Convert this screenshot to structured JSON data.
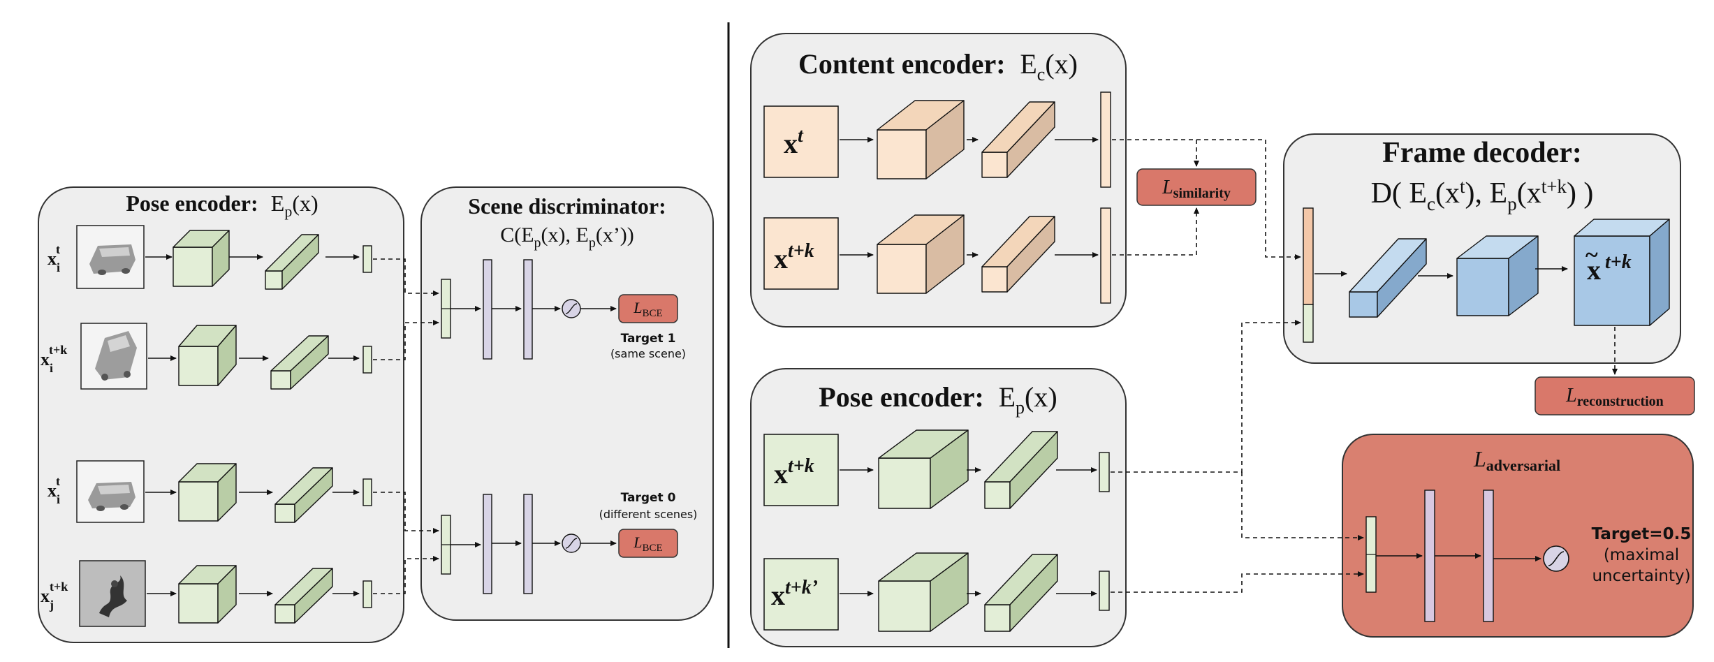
{
  "colors": {
    "panel_bg": "#eeeeee",
    "panel_border": "#333333",
    "green_light": "#e3eed7",
    "green_top": "#d2e2c3",
    "green_side": "#b9cda6",
    "orange_light": "#fbe5d0",
    "orange_top": "#f3d6ba",
    "orange_side": "#d9bca3",
    "blue_light": "#a8c8e6",
    "blue_top": "#c4dbef",
    "blue_side": "#85a9cc",
    "purple": "#d8d4e6",
    "loss_red": "#d9786a",
    "adv_red": "#d98070"
  },
  "left_pose": {
    "title_bold": "Pose encoder:",
    "title_formula": "E",
    "title_sub": "p",
    "title_tail": "(x)",
    "rows": [
      {
        "var": "x",
        "sub": "i",
        "sup": "t"
      },
      {
        "var": "x",
        "sub": "i",
        "sup": "t+k"
      },
      {
        "var": "x",
        "sub": "i",
        "sup": "t"
      },
      {
        "var": "x",
        "sub": "j",
        "sup": "t+k"
      }
    ]
  },
  "scene_disc": {
    "title_bold": "Scene discriminator:",
    "formula": "C(E",
    "formula_sub1": "p",
    "formula_mid": "(x), E",
    "formula_sub2": "p",
    "formula_tail": "(x’))",
    "loss_label": "L",
    "loss_sub": "BCE",
    "target1": "Target 1",
    "target1_note": "(same scene)",
    "target0": "Target 0",
    "target0_note": "(different scenes)"
  },
  "content_enc": {
    "title_bold": "Content encoder:",
    "formula": "E",
    "formula_sub": "c",
    "formula_tail": "(x)",
    "inputs": [
      {
        "base": "x",
        "sup": "t"
      },
      {
        "base": "x",
        "sup": "t+k"
      }
    ]
  },
  "similarity": {
    "label": "L",
    "sub": "similarity"
  },
  "frame_dec": {
    "title_bold": "Frame decoder:",
    "formula": "D( E",
    "sub1": "c",
    "mid1": "(x",
    "sup1": "t",
    "mid2": "), E",
    "sub2": "p",
    "mid3": "(x",
    "sup2": "t+k",
    "tail": ") )",
    "output": {
      "base": "x",
      "accent": "~",
      "sup": "t+k"
    }
  },
  "reconstruction": {
    "label": "L",
    "sub": "reconstruction"
  },
  "right_pose": {
    "title_bold": "Pose encoder:",
    "formula": "E",
    "formula_sub": "p",
    "formula_tail": "(x)",
    "inputs": [
      {
        "base": "x",
        "sup": "t+k"
      },
      {
        "base": "x",
        "sup": "t+k’"
      }
    ]
  },
  "adversarial": {
    "label": "L",
    "sub": "adversarial",
    "target": "Target=0.5",
    "note1": "(maximal",
    "note2": "uncertainty)"
  }
}
